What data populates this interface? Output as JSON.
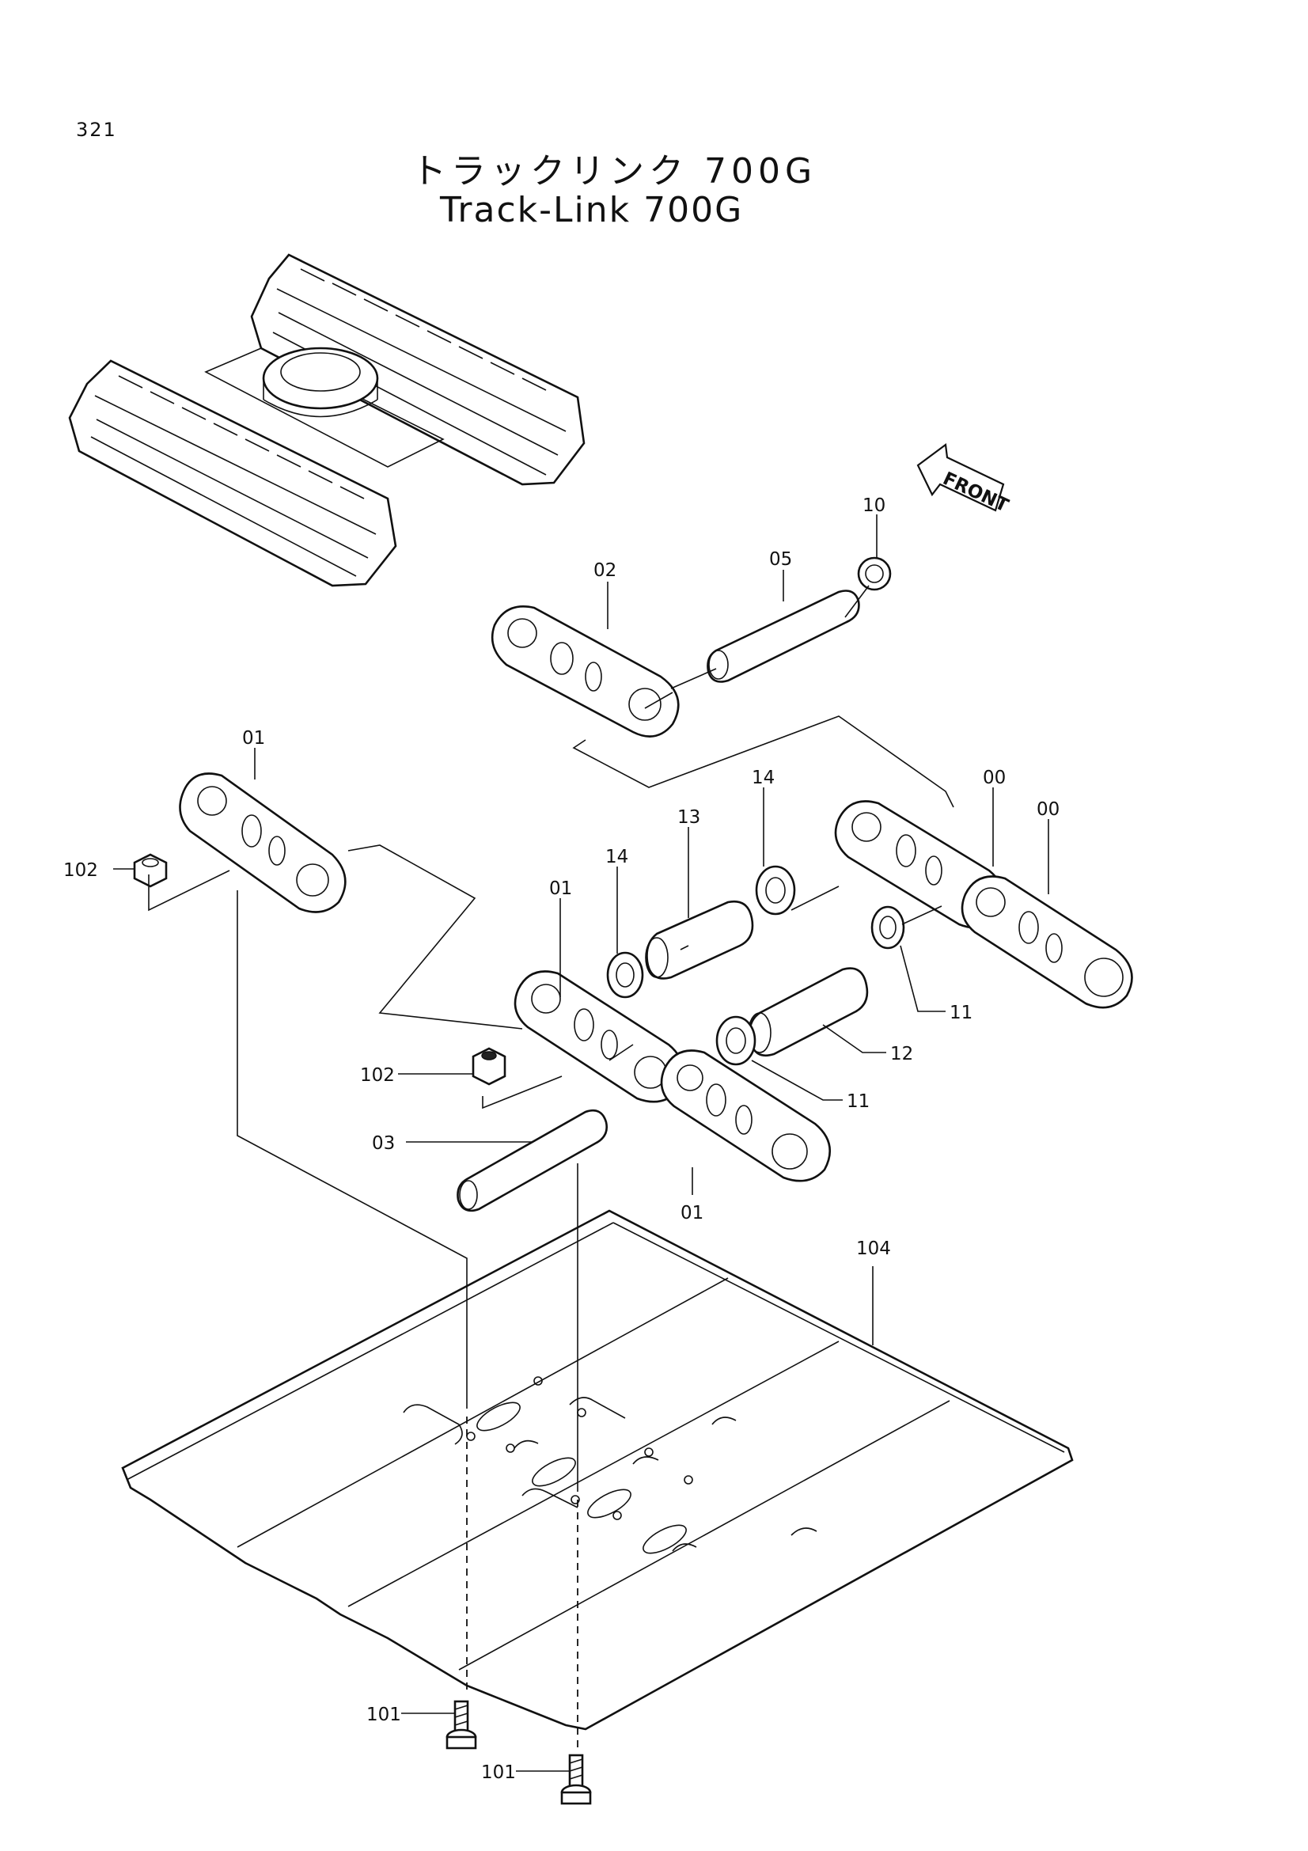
{
  "page_number": "321",
  "title_jp": "トラックリンク 700G",
  "title_en": "Track-Link 700G",
  "front_label": "FRONT",
  "callouts": {
    "c00a": "00",
    "c00b": "00",
    "c01a": "01",
    "c01b": "01",
    "c01c": "01",
    "c02": "02",
    "c03": "03",
    "c05": "05",
    "c10": "10",
    "c11a": "11",
    "c11b": "11",
    "c12": "12",
    "c13": "13",
    "c14a": "14",
    "c14b": "14",
    "c101a": "101",
    "c101b": "101",
    "c102a": "102",
    "c102b": "102",
    "c104": "104"
  }
}
